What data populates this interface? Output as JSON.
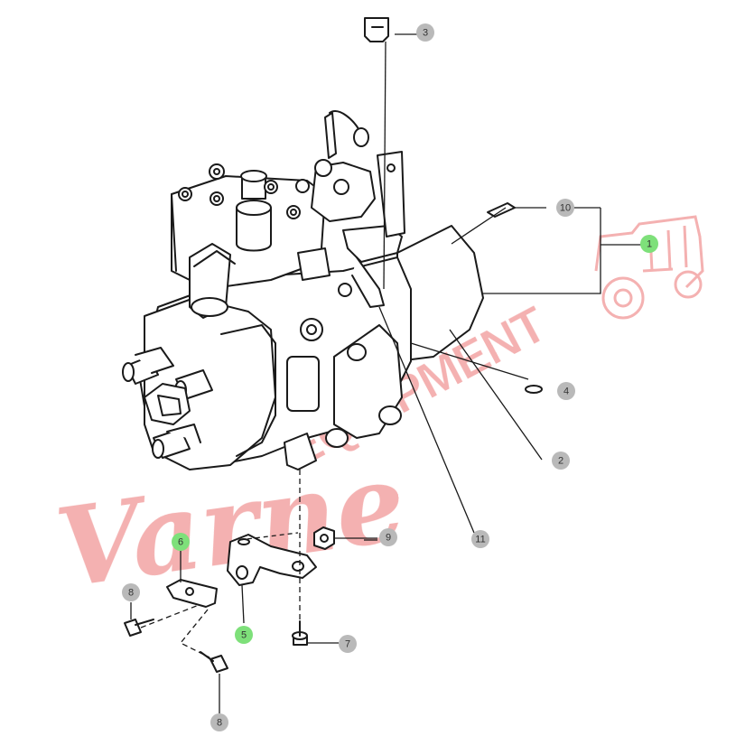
{
  "diagram": {
    "watermark_text": "Varney EQUIPMENT",
    "colors": {
      "line": "#1a1a1a",
      "callout_gray": "#b9b9b9",
      "callout_highlight": "#7ee07a",
      "watermark": "#f2a3a3"
    },
    "callouts": [
      {
        "id": "1",
        "label": "1",
        "highlighted": true
      },
      {
        "id": "2",
        "label": "2",
        "highlighted": false
      },
      {
        "id": "3",
        "label": "3",
        "highlighted": false
      },
      {
        "id": "4",
        "label": "4",
        "highlighted": false
      },
      {
        "id": "5",
        "label": "5",
        "highlighted": true
      },
      {
        "id": "6",
        "label": "6",
        "highlighted": true
      },
      {
        "id": "7",
        "label": "7",
        "highlighted": false
      },
      {
        "id": "8a",
        "label": "8",
        "highlighted": false
      },
      {
        "id": "8b",
        "label": "8",
        "highlighted": false
      },
      {
        "id": "9",
        "label": "9",
        "highlighted": false
      },
      {
        "id": "10",
        "label": "10",
        "highlighted": false
      },
      {
        "id": "11",
        "label": "11",
        "highlighted": false
      }
    ]
  }
}
